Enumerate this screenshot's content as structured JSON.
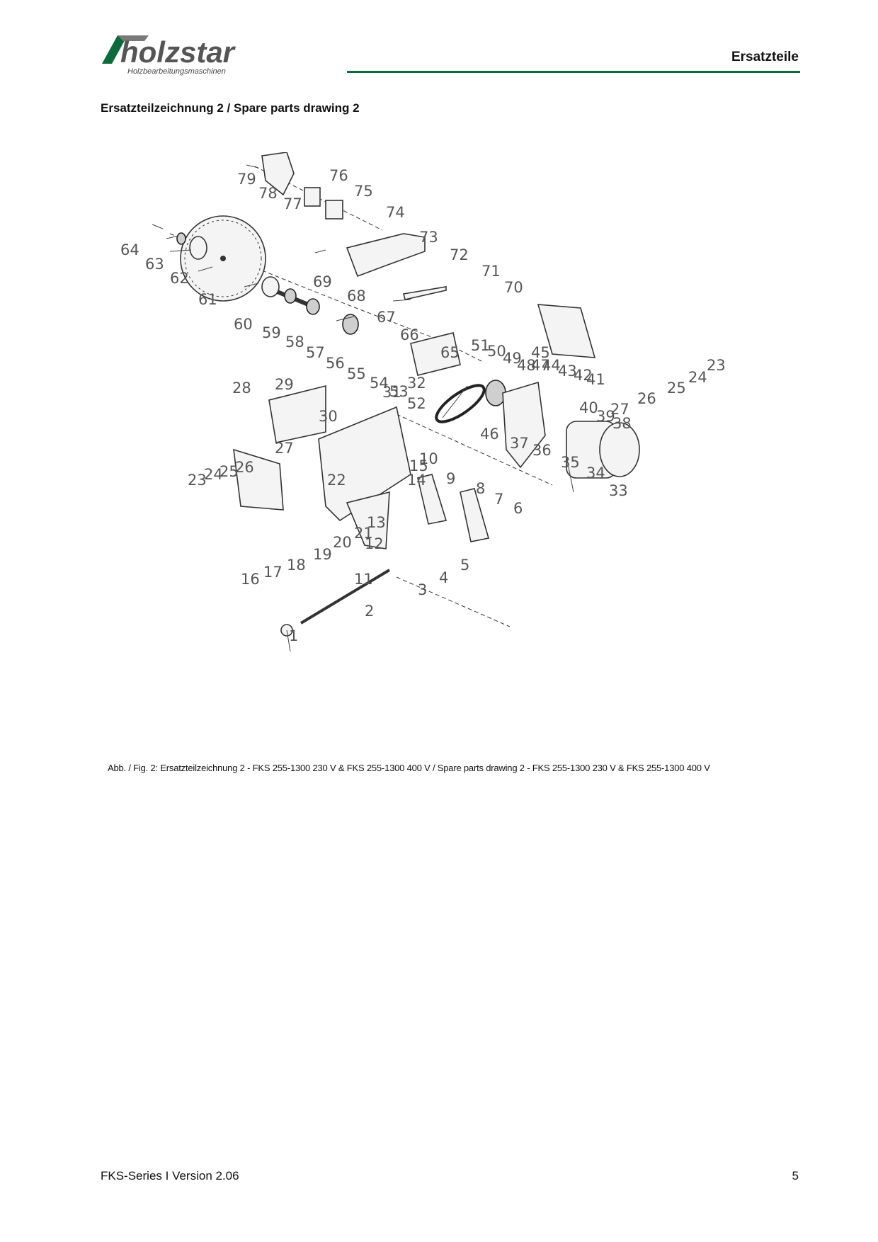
{
  "header": {
    "brand": "holzstar",
    "tagline": "Holzbearbeitungsmaschinen",
    "section": "Ersatzteile",
    "accent_color": "#0b6b3a"
  },
  "document": {
    "heading": "Ersatzteilzeichnung 2 / Spare parts drawing 2",
    "caption": "Abb. / Fig. 2: Ersatzteilzeichnung 2 - FKS 255-1300  230 V & FKS 255-1300  400 V / Spare parts drawing 2 - FKS 255-1300  230 V & FKS 255-1300  400 V"
  },
  "drawing": {
    "callouts": [
      "1",
      "2",
      "3",
      "4",
      "5",
      "6",
      "7",
      "8",
      "9",
      "10",
      "11",
      "12",
      "13",
      "14",
      "15",
      "16",
      "17",
      "18",
      "19",
      "20",
      "21",
      "22",
      "23",
      "24",
      "25",
      "26",
      "27",
      "28",
      "29",
      "30",
      "31",
      "32",
      "33",
      "34",
      "35",
      "36",
      "37",
      "38",
      "39",
      "40",
      "41",
      "42",
      "43",
      "44",
      "45",
      "46",
      "47",
      "48",
      "49",
      "50",
      "51",
      "52",
      "53",
      "54",
      "55",
      "56",
      "57",
      "58",
      "59",
      "60",
      "61",
      "62",
      "63",
      "64",
      "65",
      "66",
      "67",
      "68",
      "69",
      "70",
      "71",
      "72",
      "73",
      "74",
      "75",
      "76",
      "77",
      "78",
      "79",
      "23",
      "24",
      "25",
      "26",
      "27"
    ]
  },
  "footer": {
    "left": "FKS-Series I Version 2.06",
    "page": "5"
  }
}
